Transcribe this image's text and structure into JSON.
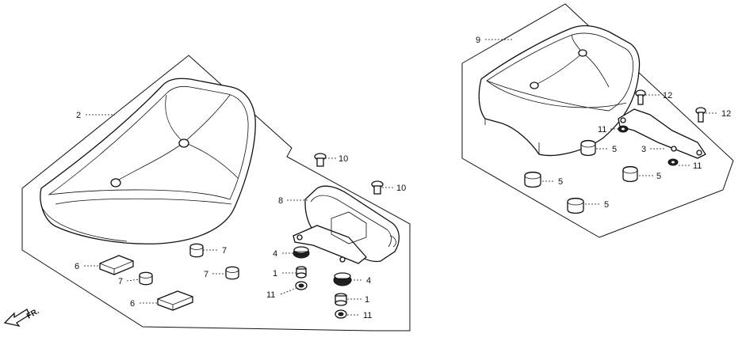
{
  "callouts": {
    "c2": "2",
    "c9": "9",
    "c8": "8",
    "c10a": "10",
    "c10b": "10",
    "c12a": "12",
    "c12b": "12",
    "c3": "3",
    "c11a": "11",
    "c11b": "11",
    "c11c": "11",
    "c11d": "11",
    "c5a": "5",
    "c5b": "5",
    "c5c": "5",
    "c5d": "5",
    "c4a": "4",
    "c4b": "4",
    "c1a": "1",
    "c1b": "1",
    "c6a": "6",
    "c6b": "6",
    "c7a": "7",
    "c7b": "7",
    "c7c": "7"
  },
  "direction": {
    "label": "FR."
  }
}
